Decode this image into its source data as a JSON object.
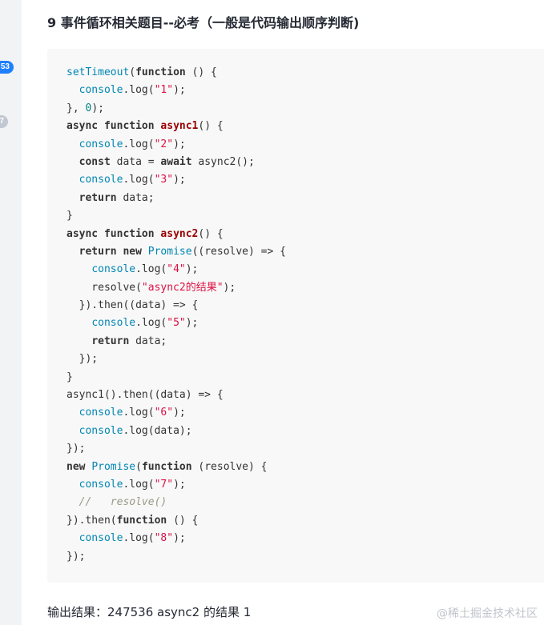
{
  "sidebar": {
    "badges": [
      "53",
      "7"
    ]
  },
  "article": {
    "heading": "9 事件循环相关题目--必考（一般是代码输出顺序判断)",
    "result_text": "输出结果：247536 async2 的结果 1"
  },
  "code_lines": [
    [
      {
        "t": "b",
        "v": "setTimeout"
      },
      {
        "t": "p",
        "v": "("
      },
      {
        "t": "k",
        "v": "function"
      },
      {
        "t": "p",
        "v": " () {"
      }
    ],
    [
      {
        "t": "p",
        "v": "  "
      },
      {
        "t": "b",
        "v": "console"
      },
      {
        "t": "p",
        "v": ".log("
      },
      {
        "t": "s",
        "v": "\"1\""
      },
      {
        "t": "p",
        "v": ");"
      }
    ],
    [
      {
        "t": "p",
        "v": "}, "
      },
      {
        "t": "n",
        "v": "0"
      },
      {
        "t": "p",
        "v": ");"
      }
    ],
    [
      {
        "t": "k",
        "v": "async"
      },
      {
        "t": "p",
        "v": " "
      },
      {
        "t": "k",
        "v": "function"
      },
      {
        "t": "p",
        "v": " "
      },
      {
        "t": "t",
        "v": "async1"
      },
      {
        "t": "p",
        "v": "() {"
      }
    ],
    [
      {
        "t": "p",
        "v": "  "
      },
      {
        "t": "b",
        "v": "console"
      },
      {
        "t": "p",
        "v": ".log("
      },
      {
        "t": "s",
        "v": "\"2\""
      },
      {
        "t": "p",
        "v": ");"
      }
    ],
    [
      {
        "t": "p",
        "v": "  "
      },
      {
        "t": "k",
        "v": "const"
      },
      {
        "t": "p",
        "v": " data = "
      },
      {
        "t": "k",
        "v": "await"
      },
      {
        "t": "p",
        "v": " async2();"
      }
    ],
    [
      {
        "t": "p",
        "v": "  "
      },
      {
        "t": "b",
        "v": "console"
      },
      {
        "t": "p",
        "v": ".log("
      },
      {
        "t": "s",
        "v": "\"3\""
      },
      {
        "t": "p",
        "v": ");"
      }
    ],
    [
      {
        "t": "p",
        "v": "  "
      },
      {
        "t": "k",
        "v": "return"
      },
      {
        "t": "p",
        "v": " data;"
      }
    ],
    [
      {
        "t": "p",
        "v": "}"
      }
    ],
    [
      {
        "t": "k",
        "v": "async"
      },
      {
        "t": "p",
        "v": " "
      },
      {
        "t": "k",
        "v": "function"
      },
      {
        "t": "p",
        "v": " "
      },
      {
        "t": "t",
        "v": "async2"
      },
      {
        "t": "p",
        "v": "() {"
      }
    ],
    [
      {
        "t": "p",
        "v": "  "
      },
      {
        "t": "k",
        "v": "return"
      },
      {
        "t": "p",
        "v": " "
      },
      {
        "t": "k",
        "v": "new"
      },
      {
        "t": "p",
        "v": " "
      },
      {
        "t": "b",
        "v": "Promise"
      },
      {
        "t": "p",
        "v": "((resolve) => {"
      }
    ],
    [
      {
        "t": "p",
        "v": "    "
      },
      {
        "t": "b",
        "v": "console"
      },
      {
        "t": "p",
        "v": ".log("
      },
      {
        "t": "s",
        "v": "\"4\""
      },
      {
        "t": "p",
        "v": ");"
      }
    ],
    [
      {
        "t": "p",
        "v": "    resolve("
      },
      {
        "t": "s",
        "v": "\"async2的结果\""
      },
      {
        "t": "p",
        "v": ");"
      }
    ],
    [
      {
        "t": "p",
        "v": "  }).then((data) => {"
      }
    ],
    [
      {
        "t": "p",
        "v": "    "
      },
      {
        "t": "b",
        "v": "console"
      },
      {
        "t": "p",
        "v": ".log("
      },
      {
        "t": "s",
        "v": "\"5\""
      },
      {
        "t": "p",
        "v": ");"
      }
    ],
    [
      {
        "t": "p",
        "v": "    "
      },
      {
        "t": "k",
        "v": "return"
      },
      {
        "t": "p",
        "v": " data;"
      }
    ],
    [
      {
        "t": "p",
        "v": "  });"
      }
    ],
    [
      {
        "t": "p",
        "v": "}"
      }
    ],
    [
      {
        "t": "p",
        "v": "async1().then((data) => {"
      }
    ],
    [
      {
        "t": "p",
        "v": "  "
      },
      {
        "t": "b",
        "v": "console"
      },
      {
        "t": "p",
        "v": ".log("
      },
      {
        "t": "s",
        "v": "\"6\""
      },
      {
        "t": "p",
        "v": ");"
      }
    ],
    [
      {
        "t": "p",
        "v": "  "
      },
      {
        "t": "b",
        "v": "console"
      },
      {
        "t": "p",
        "v": ".log(data);"
      }
    ],
    [
      {
        "t": "p",
        "v": "});"
      }
    ],
    [
      {
        "t": "k",
        "v": "new"
      },
      {
        "t": "p",
        "v": " "
      },
      {
        "t": "b",
        "v": "Promise"
      },
      {
        "t": "p",
        "v": "("
      },
      {
        "t": "k",
        "v": "function"
      },
      {
        "t": "p",
        "v": " (resolve) {"
      }
    ],
    [
      {
        "t": "p",
        "v": "  "
      },
      {
        "t": "b",
        "v": "console"
      },
      {
        "t": "p",
        "v": ".log("
      },
      {
        "t": "s",
        "v": "\"7\""
      },
      {
        "t": "p",
        "v": ");"
      }
    ],
    [
      {
        "t": "p",
        "v": "  "
      },
      {
        "t": "c",
        "v": "//   resolve()"
      }
    ],
    [
      {
        "t": "p",
        "v": "}).then("
      },
      {
        "t": "k",
        "v": "function"
      },
      {
        "t": "p",
        "v": " () {"
      }
    ],
    [
      {
        "t": "p",
        "v": "  "
      },
      {
        "t": "b",
        "v": "console"
      },
      {
        "t": "p",
        "v": ".log("
      },
      {
        "t": "s",
        "v": "\"8\""
      },
      {
        "t": "p",
        "v": ");"
      }
    ],
    [
      {
        "t": "p",
        "v": "});"
      }
    ]
  ],
  "watermark": "@稀土掘金技术社区",
  "colors": {
    "accent": "#1e80ff",
    "code_bg": "#f8f8f8",
    "rail_bg": "#f2f3f5",
    "keyword": "#333333",
    "builtin": "#0086b3",
    "string": "#dd1144",
    "title": "#990000",
    "comment": "#999988",
    "number": "#008080"
  }
}
